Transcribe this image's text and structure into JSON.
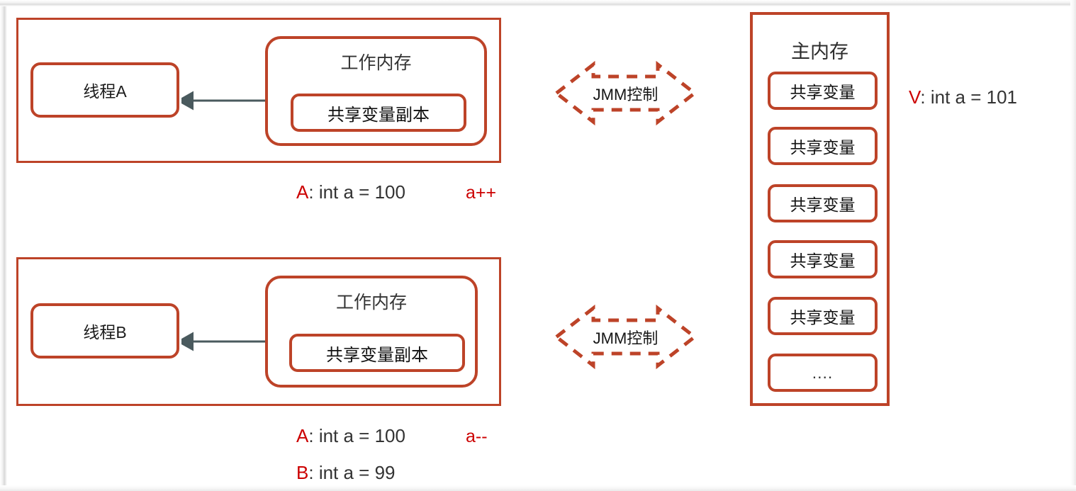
{
  "colors": {
    "accent": "#bd4328",
    "arrow": "#4a5a5e",
    "red_text": "#cc0000",
    "dark_text": "#333333"
  },
  "threads": [
    {
      "id": "thread-a",
      "thread_label": "线程A",
      "work_memory_title": "工作内存",
      "shared_copy_label": "共享变量副本",
      "connector_icon": "double-arrow-icon",
      "code_lines": [
        {
          "tag": "A",
          "separator": ":",
          "text": "int a = 100"
        }
      ],
      "operation": "a++"
    },
    {
      "id": "thread-b",
      "thread_label": "线程B",
      "work_memory_title": "工作内存",
      "shared_copy_label": "共享变量副本",
      "connector_icon": "double-arrow-icon",
      "code_lines": [
        {
          "tag": "A",
          "separator": ":",
          "text": "int a = 100"
        },
        {
          "tag": "B",
          "separator": ":",
          "text": "int a = 99"
        }
      ],
      "operation": "a--"
    }
  ],
  "jmm": [
    {
      "label": "JMM控制"
    },
    {
      "label": "JMM控制"
    }
  ],
  "main_memory": {
    "title": "主内存",
    "slots": [
      "共享变量",
      "共享变量",
      "共享变量",
      "共享变量",
      "共享变量",
      "...."
    ]
  },
  "main_memory_value": {
    "tag": "V",
    "separator": ":",
    "text": "int a = 101"
  }
}
